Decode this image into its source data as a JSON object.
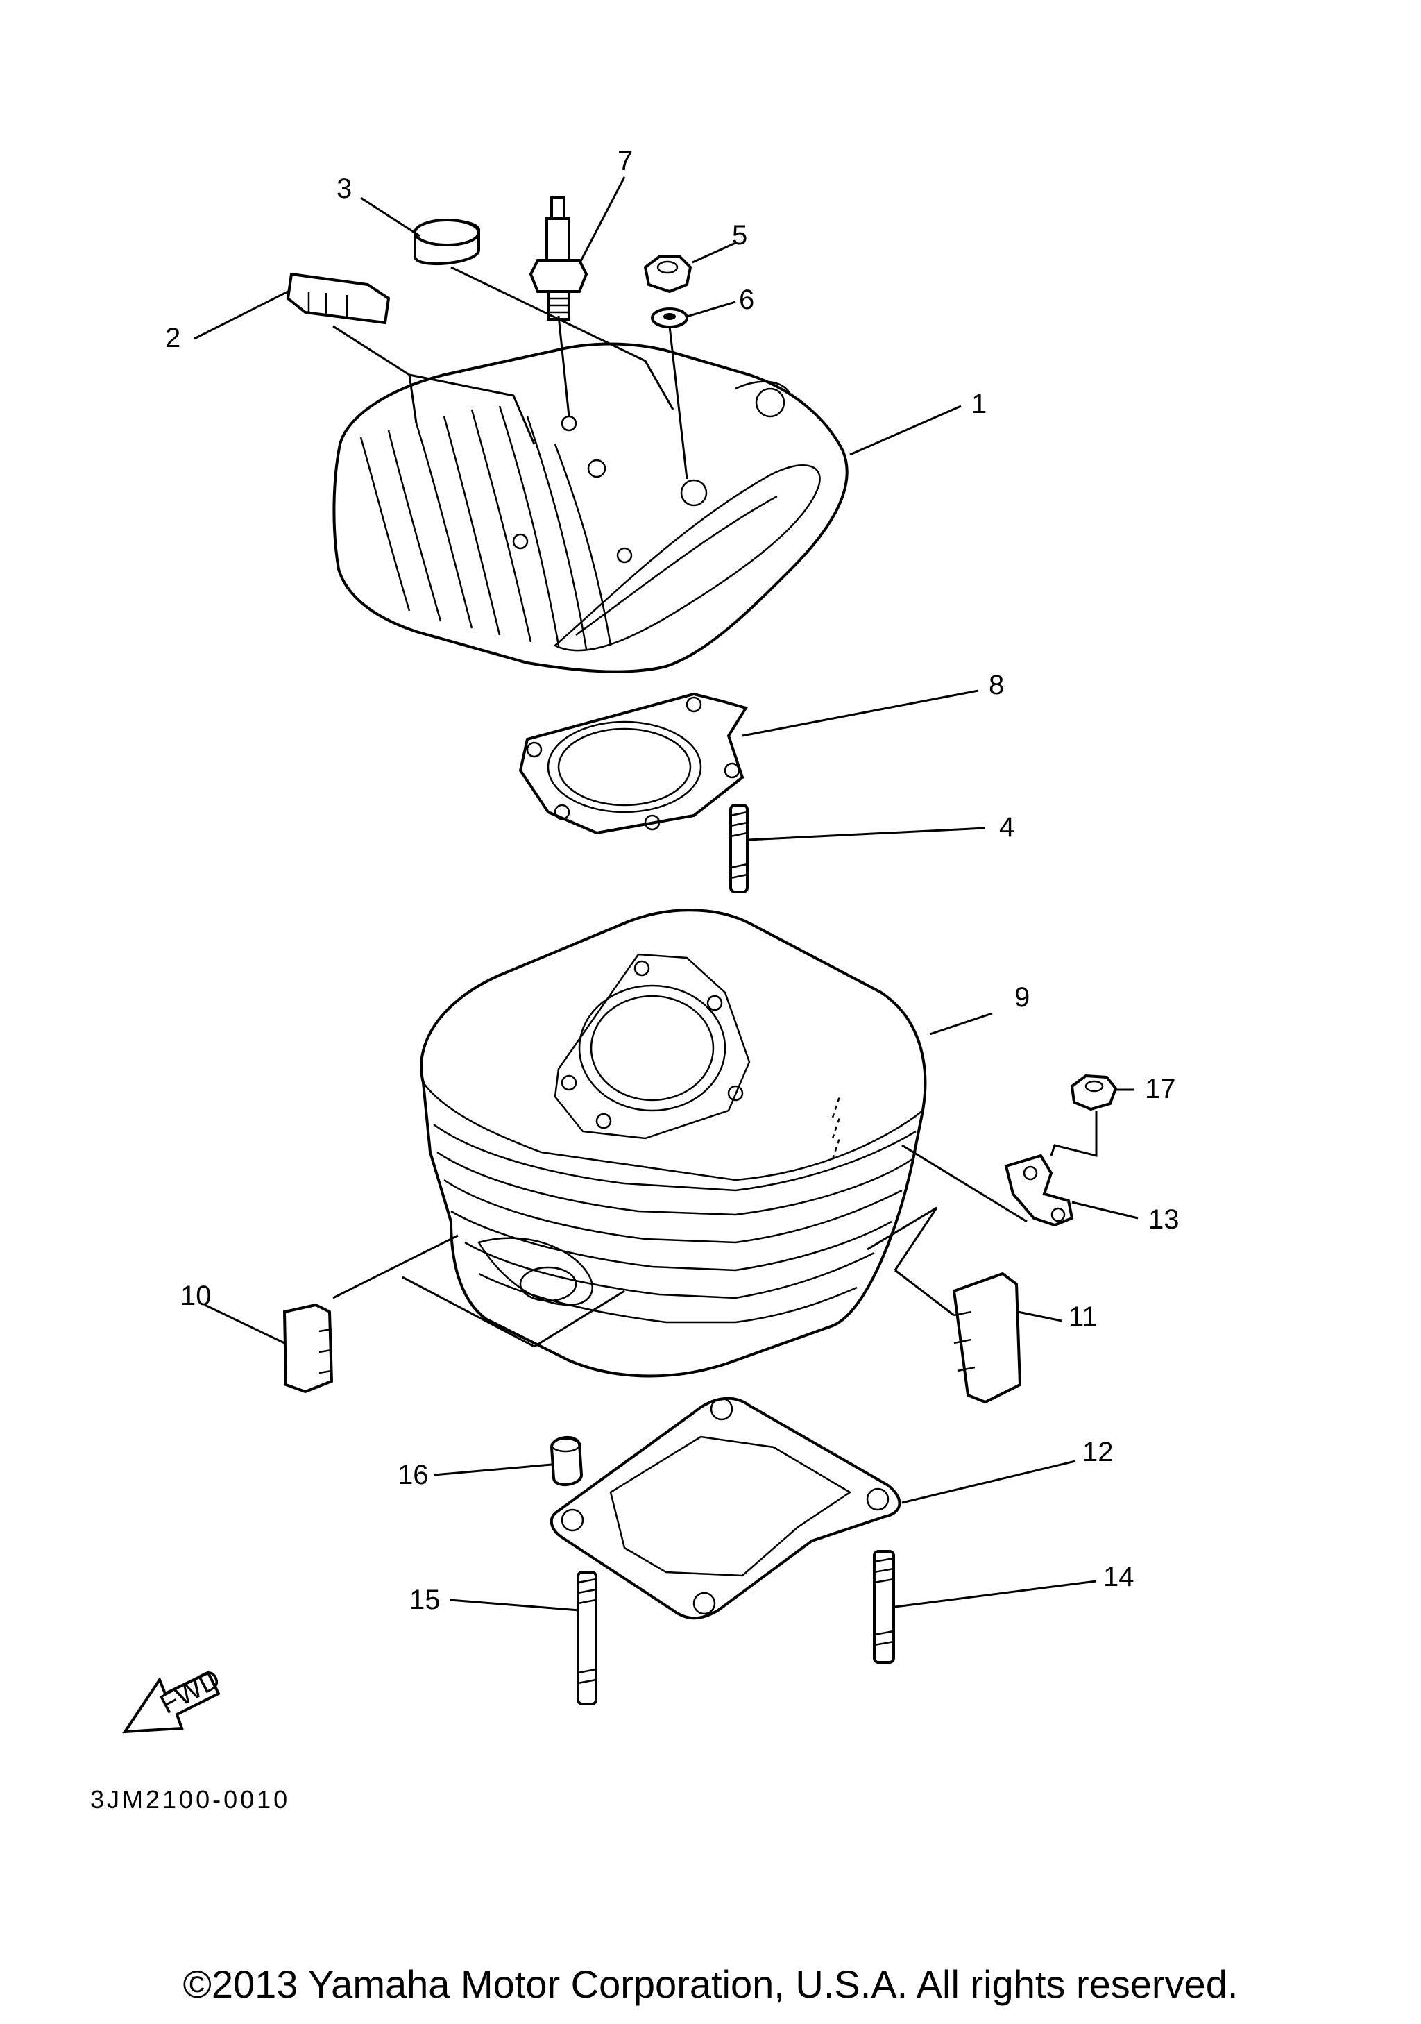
{
  "diagram": {
    "callouts": [
      "1",
      "2",
      "3",
      "4",
      "5",
      "6",
      "7",
      "8",
      "9",
      "10",
      "11",
      "12",
      "13",
      "14",
      "15",
      "16",
      "17"
    ],
    "fwd_label": "FWD",
    "diagram_code": "3JM2100-0010"
  },
  "footer": {
    "copyright": "©2013 Yamaha Motor Corporation, U.S.A. All rights reserved."
  }
}
